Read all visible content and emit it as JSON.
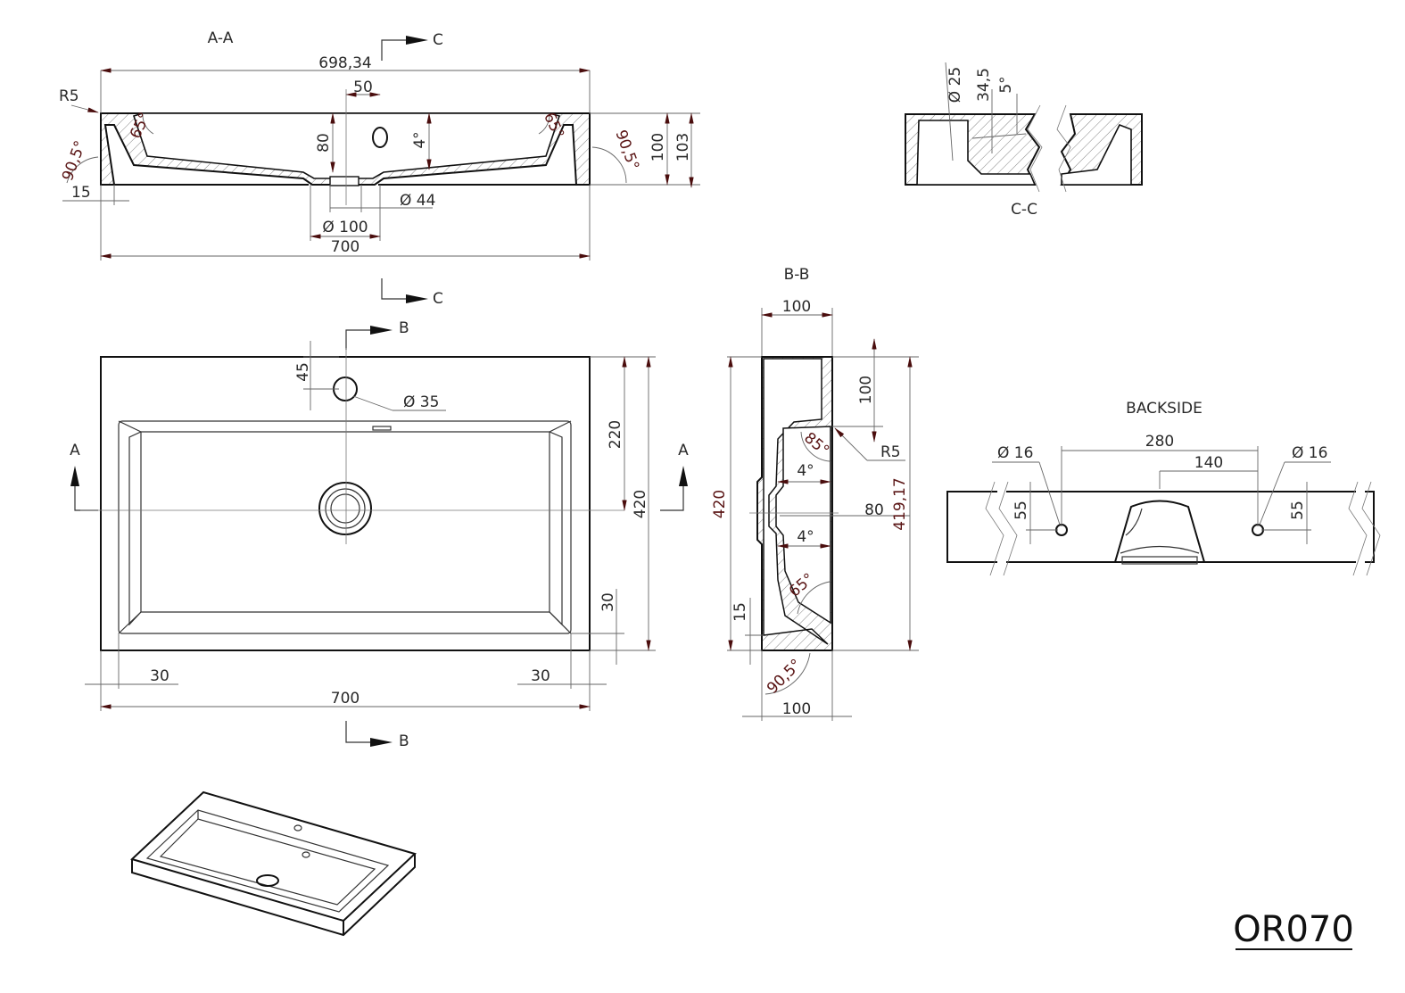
{
  "drawing": {
    "model_code": "OR070",
    "views": {
      "section_aa": {
        "title": "A-A",
        "section_c_marker": "C",
        "dims": {
          "overall_top": "698,34",
          "hole_offset": "50",
          "radius": "R5",
          "depth": "80",
          "slope": "4°",
          "height_inner": "100",
          "height_outer": "103",
          "angle_left": "90,5°",
          "angle_right": "90,5°",
          "wall_angle_left": "65°",
          "wall_angle_right": "65°",
          "wall": "15",
          "drain_small": "Ø 44",
          "drain_large": "Ø 100",
          "overall_bottom": "700"
        }
      },
      "section_cc": {
        "title": "C-C",
        "dims": {
          "hole_dia": "Ø 25",
          "height": "34,5",
          "angle": "5°"
        }
      },
      "plan": {
        "section_c_marker": "C",
        "section_b_marker": "B",
        "section_a_marker": "A",
        "dims": {
          "tap_offset": "45",
          "tap_dia": "Ø 35",
          "to_drain": "220",
          "depth": "420",
          "rim_back": "30",
          "rim_left": "30",
          "rim_right": "30",
          "width": "700"
        }
      },
      "section_bb": {
        "title": "B-B",
        "dims": {
          "top_width": "100",
          "tap_height": "100",
          "radius": "R5",
          "angle_top": "85°",
          "slope_top": "4°",
          "depth": "80",
          "slope_bottom": "4°",
          "overall": "420",
          "inner": "419,17",
          "angle_bottom": "65°",
          "wall": "15",
          "angle_base": "90,5°",
          "bottom_width": "100"
        }
      },
      "backside": {
        "title": "BACKSIDE",
        "dims": {
          "spacing": "280",
          "half_spacing": "140",
          "hole_left": "Ø 16",
          "hole_right": "Ø 16",
          "height_left": "55",
          "height_right": "55"
        }
      }
    }
  }
}
